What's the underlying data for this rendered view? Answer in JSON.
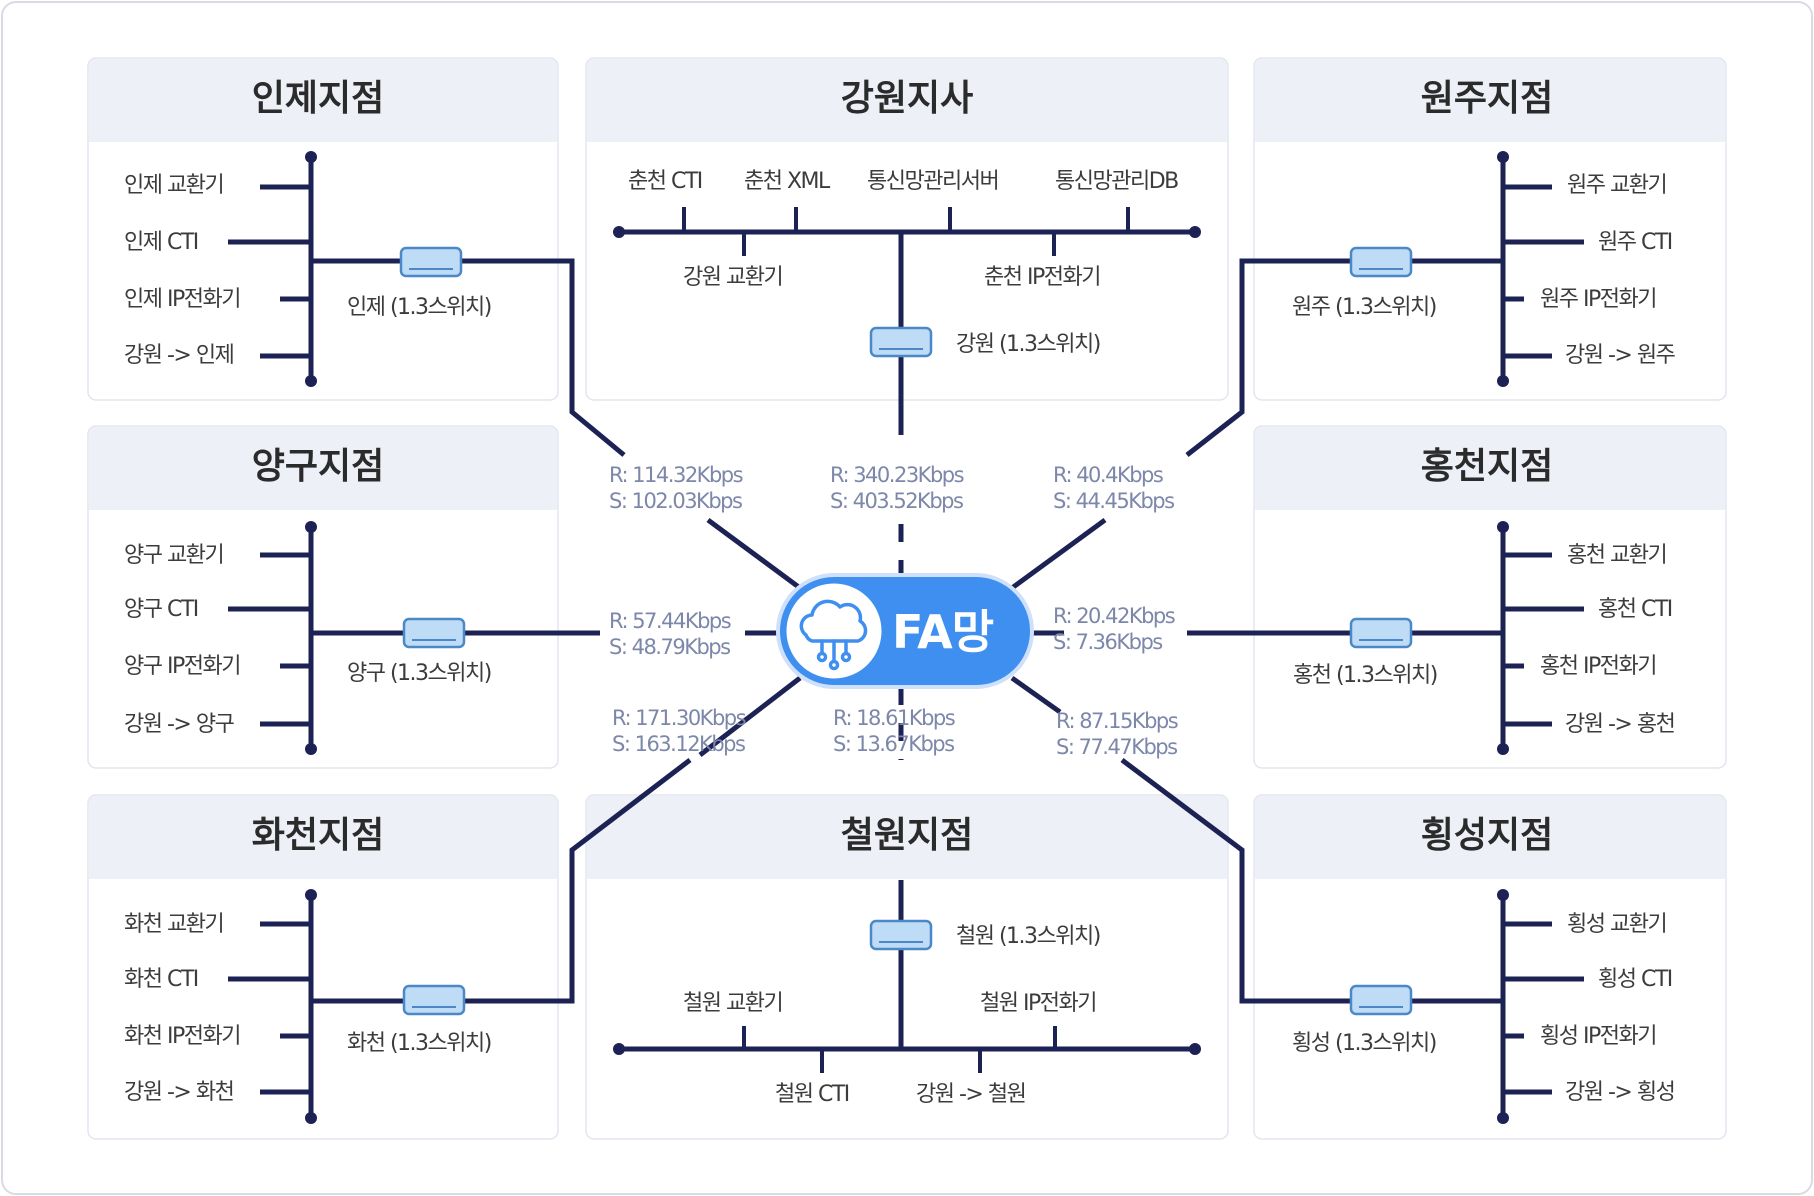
{
  "colors": {
    "line": "#1d2255",
    "panel_header": "#edf0f7",
    "switch_fill": "#bfdcf6",
    "switch_stroke": "#4a88c7",
    "hub": "#3f8ff0",
    "rate_text": "#7c87aa"
  },
  "hub": {
    "label": "FA망",
    "icon": "cloud-network-icon"
  },
  "switch_icon": "network-switch-icon",
  "branches": {
    "inje": {
      "title": "인제지점",
      "devices": [
        "인제 교환기",
        "인제 CTI",
        "인제 IP전화기",
        "강원 -> 인제"
      ],
      "switch": "인제 (1.3스위치)",
      "rate_r": "R: 114.32Kbps",
      "rate_s": "S: 102.03Kbps"
    },
    "gangwon": {
      "title": "강원지사",
      "devices_top": [
        "춘천 CTI",
        "춘천 XML",
        "통신망관리서버",
        "통신망관리DB"
      ],
      "devices_bottom": [
        "강원 교환기",
        "춘천 IP전화기"
      ],
      "switch": "강원 (1.3스위치)",
      "rate_r": "R: 340.23Kbps",
      "rate_s": "S: 403.52Kbps"
    },
    "wonju": {
      "title": "원주지점",
      "devices": [
        "원주 교환기",
        "원주 CTI",
        "원주 IP전화기",
        "강원 -> 원주"
      ],
      "switch": "원주 (1.3스위치)",
      "rate_r": "R: 40.4Kbps",
      "rate_s": "S: 44.45Kbps"
    },
    "yanggu": {
      "title": "양구지점",
      "devices": [
        "양구 교환기",
        "양구 CTI",
        "양구 IP전화기",
        "강원 -> 양구"
      ],
      "switch": "양구 (1.3스위치)",
      "rate_r": "R: 57.44Kbps",
      "rate_s": "S: 48.79Kbps"
    },
    "hongcheon": {
      "title": "홍천지점",
      "devices": [
        "홍천 교환기",
        "홍천 CTI",
        "홍천 IP전화기",
        "강원 -> 홍천"
      ],
      "switch": "홍천 (1.3스위치)",
      "rate_r": "R: 20.42Kbps",
      "rate_s": "S: 7.36Kbps"
    },
    "hwacheon": {
      "title": "화천지점",
      "devices": [
        "화천 교환기",
        "화천 CTI",
        "화천 IP전화기",
        "강원 -> 화천"
      ],
      "switch": "화천 (1.3스위치)",
      "rate_r": "R: 171.30Kbps",
      "rate_s": "S: 163.12Kbps"
    },
    "cheorwon": {
      "title": "철원지점",
      "devices_top": [
        "철원 교환기",
        "철원 IP전화기"
      ],
      "devices_bottom": [
        "철원 CTI",
        "강원 -> 철원"
      ],
      "switch": "철원 (1.3스위치)",
      "rate_r": "R: 18.61Kbps",
      "rate_s": "S: 13.67Kbps"
    },
    "hoengseong": {
      "title": "횡성지점",
      "devices": [
        "횡성 교환기",
        "횡성 CTI",
        "횡성 IP전화기",
        "강원 -> 횡성"
      ],
      "switch": "횡성 (1.3스위치)",
      "rate_r": "R: 87.15Kbps",
      "rate_s": "S: 77.47Kbps"
    }
  }
}
